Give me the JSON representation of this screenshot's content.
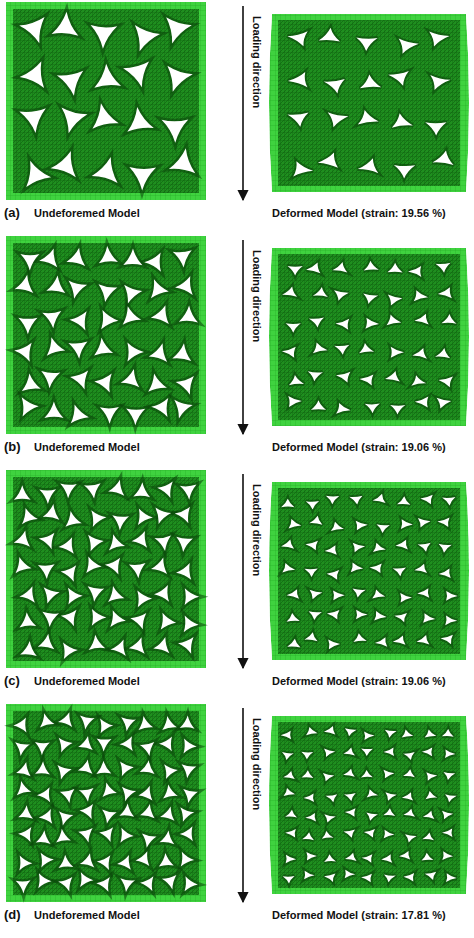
{
  "diagram": {
    "labels": [
      "Loading direction",
      "(a)",
      "Undeforemed Model",
      "Deformed Model (strain: 19.56 %)",
      "Loading direction",
      "(b)",
      "Undeforemed Model",
      "Deformed Model (strain: 19.06 %)",
      "Loading direction",
      "(c)",
      "Undeforemed Model",
      "Deformed Model (strain: 19.06 %)",
      "Loading direction",
      "(d)",
      "Undeforemed Model",
      "Deformed Model (strain: 17.81 %)"
    ]
  }
}
